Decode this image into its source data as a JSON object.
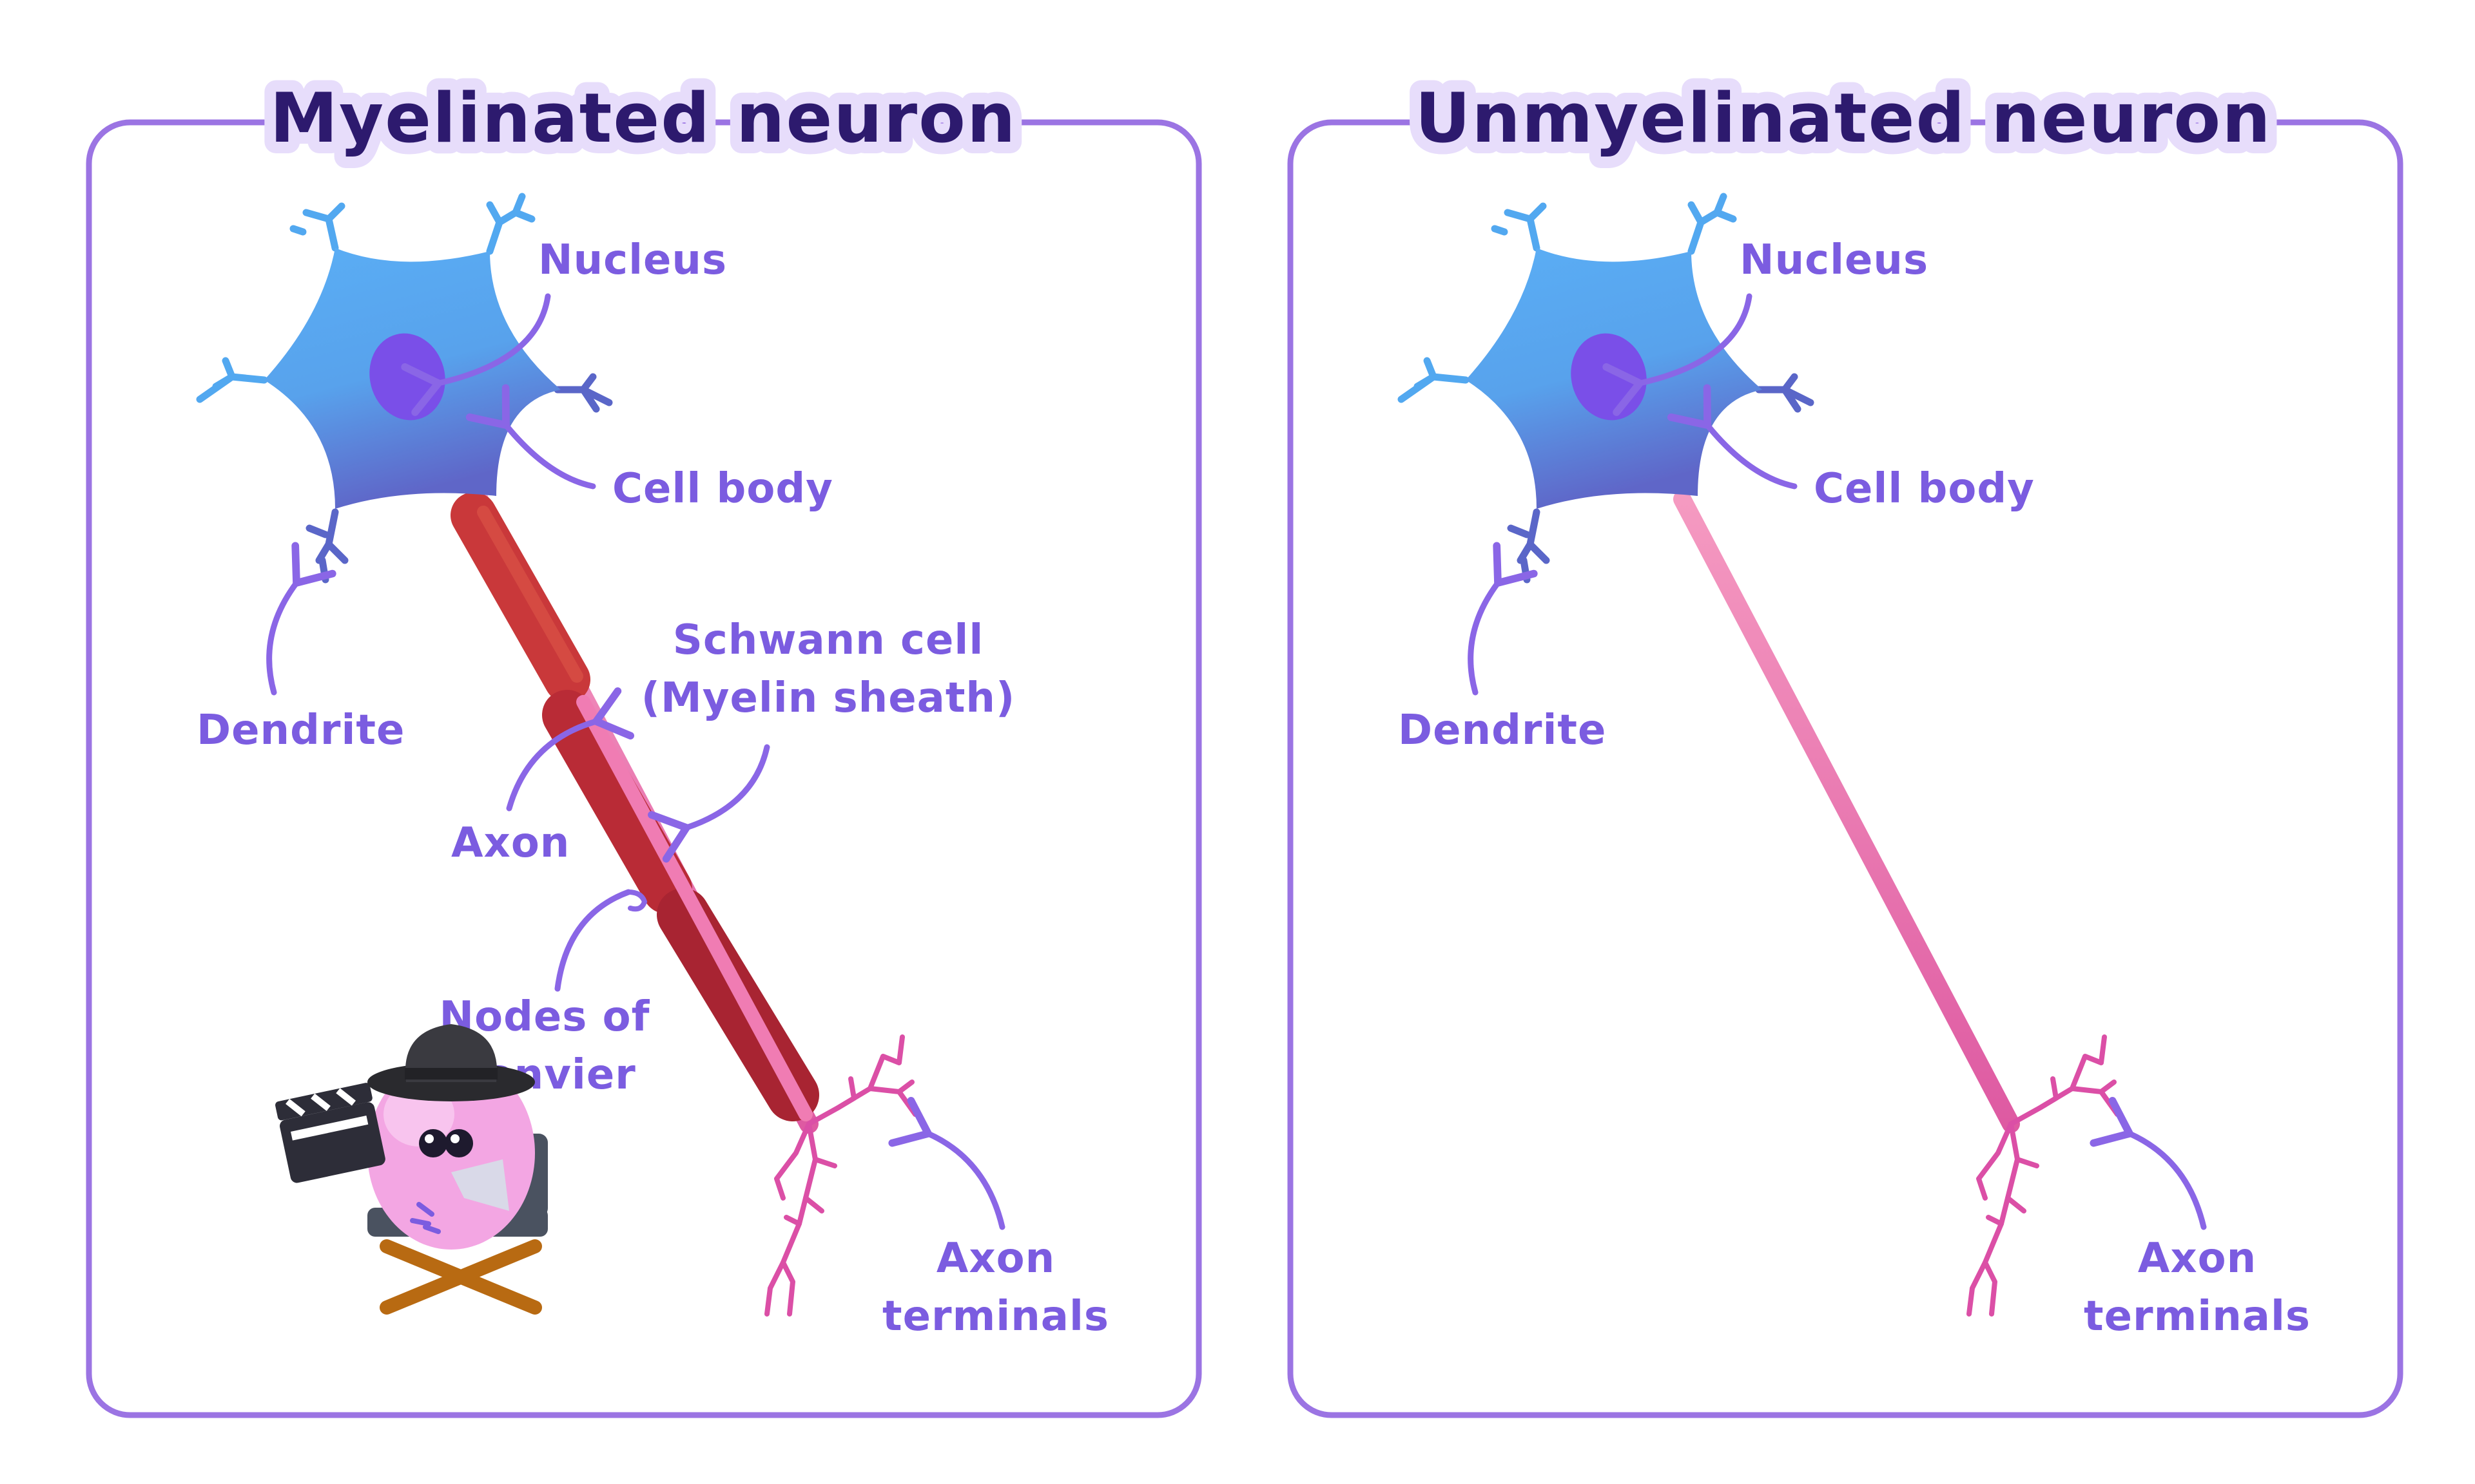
{
  "colors": {
    "frame": "#9b74e3",
    "title_text": "#2d1a6e",
    "title_halo": "#e7ddfb",
    "label": "#7b5ce0",
    "cell_body_top": "#5aaef5",
    "cell_body_bottom": "#5f6fd0",
    "nucleus": "#7a4fe8",
    "dendrite_light": "#52a8f0",
    "dendrite_dark": "#5a66c8",
    "axon": "#f188b8",
    "axon_dark": "#e060a6",
    "myelin": "#c9383a",
    "myelin_dark": "#a82432",
    "terminals": "#db4fa6"
  },
  "myelinated": {
    "title": "Myelinated neuron",
    "labels": {
      "nucleus": "Nucleus",
      "cell_body": "Cell body",
      "dendrite": "Dendrite",
      "schwann_line1": "Schwann cell",
      "schwann_line2": "(Myelin sheath)",
      "axon": "Axon",
      "nodes_line1": "Nodes of",
      "nodes_line2": "Ranvier",
      "terminals_line1": "Axon",
      "terminals_line2": "terminals"
    }
  },
  "unmyelinated": {
    "title": "Unmyelinated neuron",
    "labels": {
      "nucleus": "Nucleus",
      "cell_body": "Cell body",
      "dendrite": "Dendrite",
      "terminals_line1": "Axon",
      "terminals_line2": "terminals"
    }
  },
  "mascot": {
    "icon": "director-mascot-icon"
  }
}
